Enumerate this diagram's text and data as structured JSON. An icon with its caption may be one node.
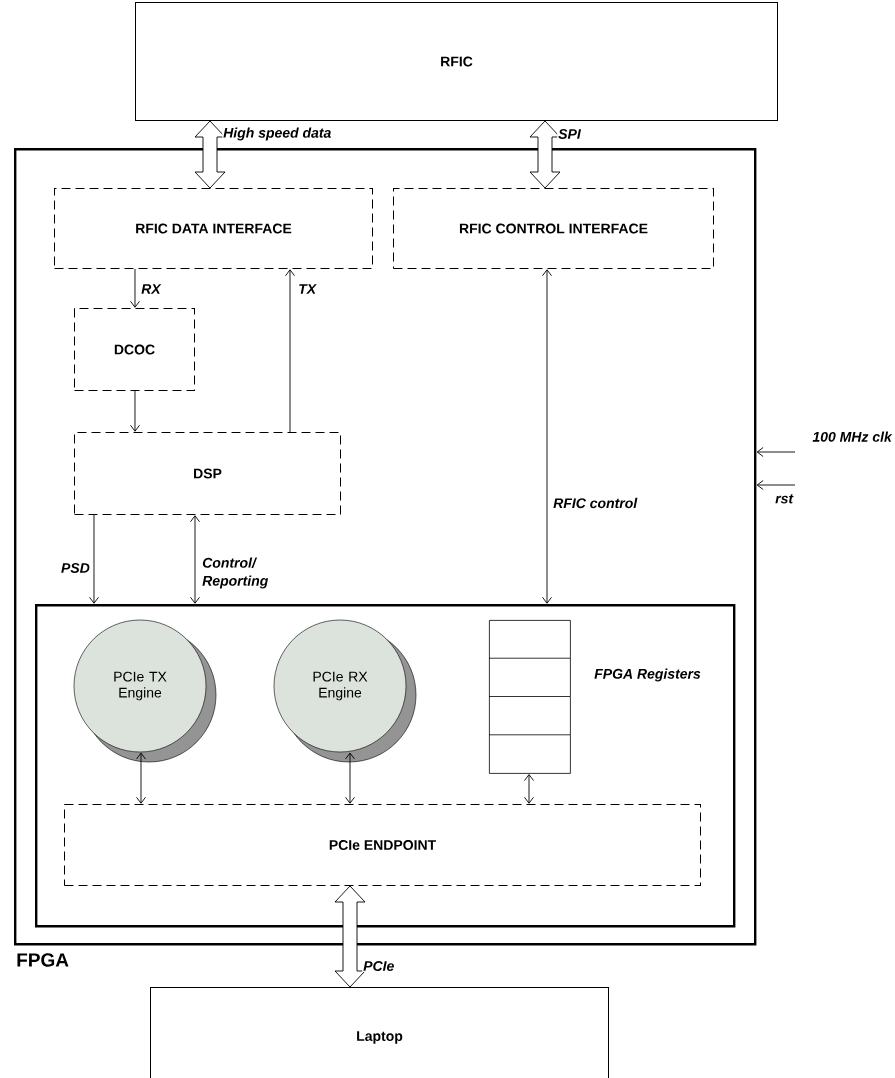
{
  "diagram": {
    "nodes": [
      {
        "text": [
          "RFIC"
        ]
      },
      {
        "text": [
          "FPGA"
        ]
      },
      {
        "text": [
          "RFIC DATA INTERFACE"
        ],
        "in": 1
      },
      {
        "text": [
          "RFIC CONTROL INTERFACE"
        ],
        "in": 1
      },
      {
        "text": [
          "DCOC"
        ],
        "in": 1
      },
      {
        "text": [
          "DSP"
        ],
        "in": 1
      },
      {
        "text": [],
        "shape": "box",
        "in": 1
      },
      {
        "text": [
          "PCIe TX Engine"
        ],
        "in": 6
      },
      {
        "text": [
          "PCIe RX Engine"
        ],
        "in": 6
      },
      {
        "text": [
          "FPGA Registers"
        ],
        "in": 6
      },
      {
        "text": [
          "PCIe ENDPOINT"
        ],
        "in": 6
      },
      {
        "text": [
          "Laptop"
        ]
      }
    ],
    "edges": [
      {
        "from": 0,
        "to": 2,
        "arrow": "both",
        "style": "thick",
        "label": "High speed data"
      },
      {
        "from": 0,
        "to": 3,
        "arrow": "both",
        "style": "thick",
        "label": "SPI"
      },
      {
        "from": 2,
        "to": 4,
        "arrow": "to",
        "label": "RX"
      },
      {
        "from": 5,
        "to": 2,
        "arrow": "to",
        "label": "TX"
      },
      {
        "from": 4,
        "to": 5,
        "arrow": "to"
      },
      {
        "from": 3,
        "to": 6,
        "arrow": "both",
        "label": "RFIC control"
      },
      {
        "from": 5,
        "to": 6,
        "arrow": "to",
        "label": "PSD"
      },
      {
        "from": 5,
        "to": 6,
        "arrow": "both",
        "label": "Control/ Reporting"
      },
      {
        "from": 7,
        "to": 10,
        "arrow": "both"
      },
      {
        "from": 8,
        "to": 10,
        "arrow": "both"
      },
      {
        "from": 9,
        "to": 10,
        "arrow": "both"
      },
      {
        "from": 10,
        "to": 11,
        "arrow": "both",
        "style": "thick",
        "label": "PCIe"
      },
      {
        "from": null,
        "to": 1,
        "arrow": "to",
        "label": "100 MHz clk"
      },
      {
        "from": null,
        "to": 1,
        "arrow": "to",
        "label": "rst"
      }
    ]
  }
}
